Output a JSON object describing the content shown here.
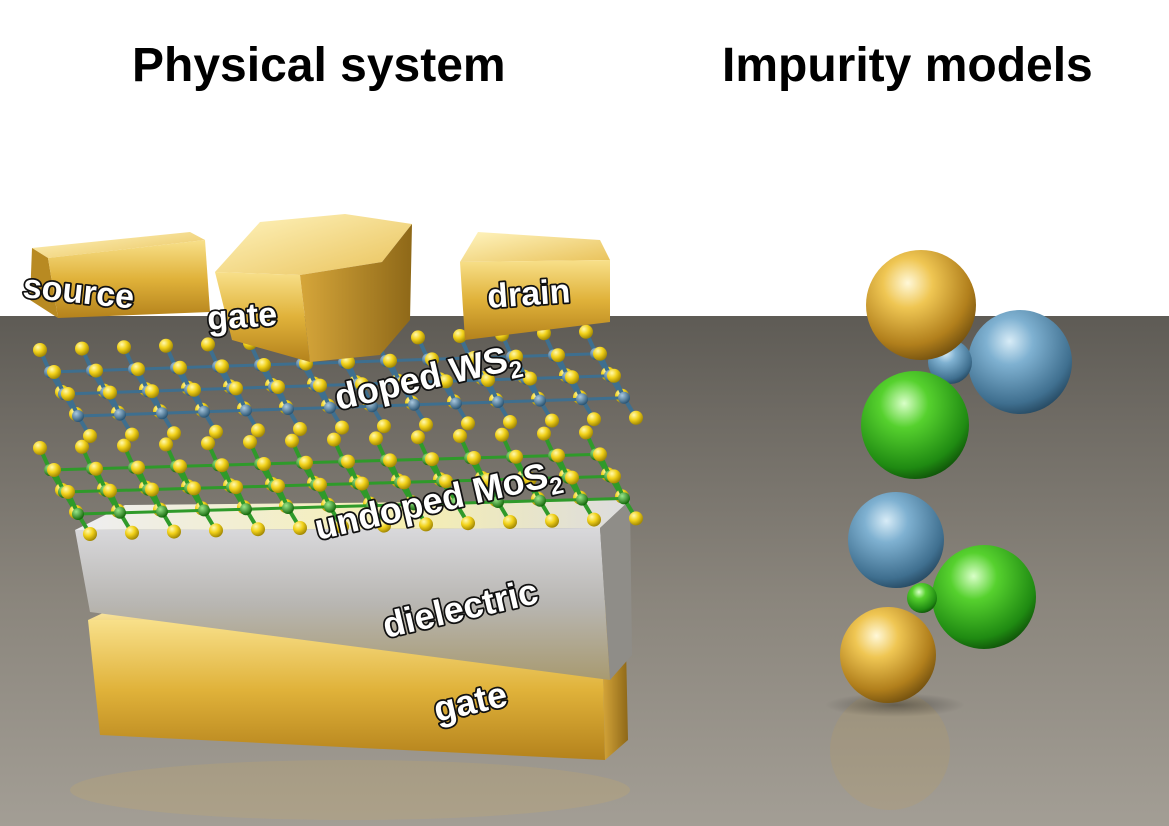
{
  "headings": {
    "left": "Physical system",
    "right": "Impurity models"
  },
  "labels": {
    "source": "source",
    "top_gate": "gate",
    "drain": "drain",
    "doped_layer": "doped WS",
    "doped_layer_sub": "2",
    "undoped_layer": "undoped MoS",
    "undoped_layer_sub": "2",
    "dielectric": "dielectric",
    "bottom_gate": "gate"
  },
  "colors": {
    "gold": "#d9a930",
    "tungsten_blue": "#4a7fa3",
    "molybdenum_green": "#2f9a2a",
    "sulfur_yellow": "#f2d21a",
    "dielectric_gray": "#a9a9b0",
    "sphere_blue": "#6ea2c4",
    "sphere_green": "#3fb522"
  }
}
